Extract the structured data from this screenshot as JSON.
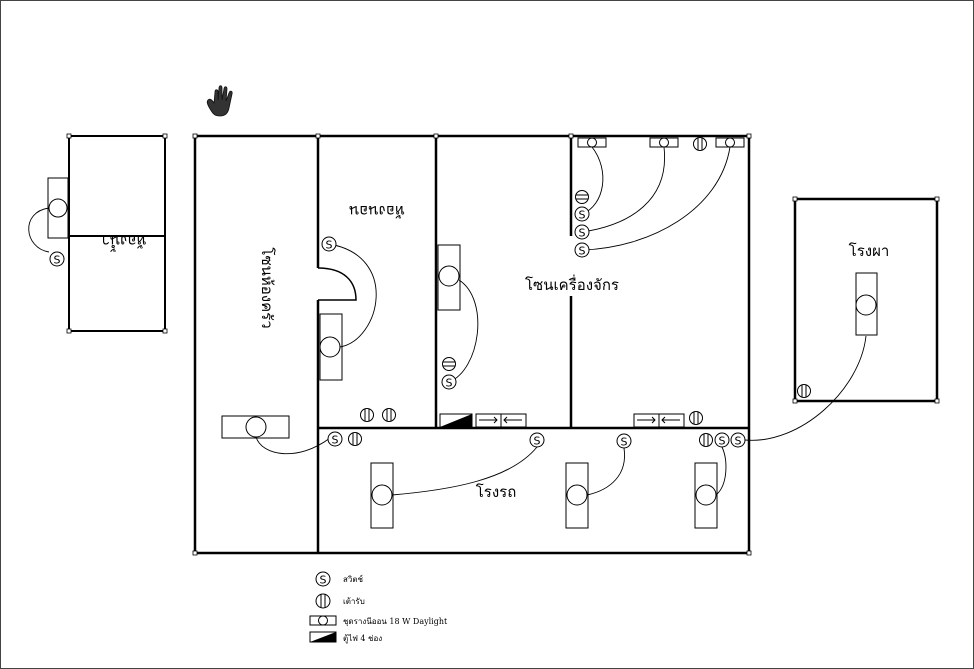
{
  "rooms": {
    "small_room": "ห้องน้ำ",
    "store": "โซนห้องครัว",
    "bedroom": "ห้องนอน",
    "machine_zone": "โซนเครื่องจักร",
    "garage": "โรงรถ",
    "workshop": "โรงผา"
  },
  "legend": {
    "switch_symbol": "S",
    "switch": "สวิตช์",
    "outlet": "เต้ารับ",
    "lamp": "ชุดรางนีออน 18 W Daylight",
    "panel": "ตู้ไฟ 4 ช่อง"
  },
  "icons": {
    "hand": "hand-pan-icon"
  }
}
